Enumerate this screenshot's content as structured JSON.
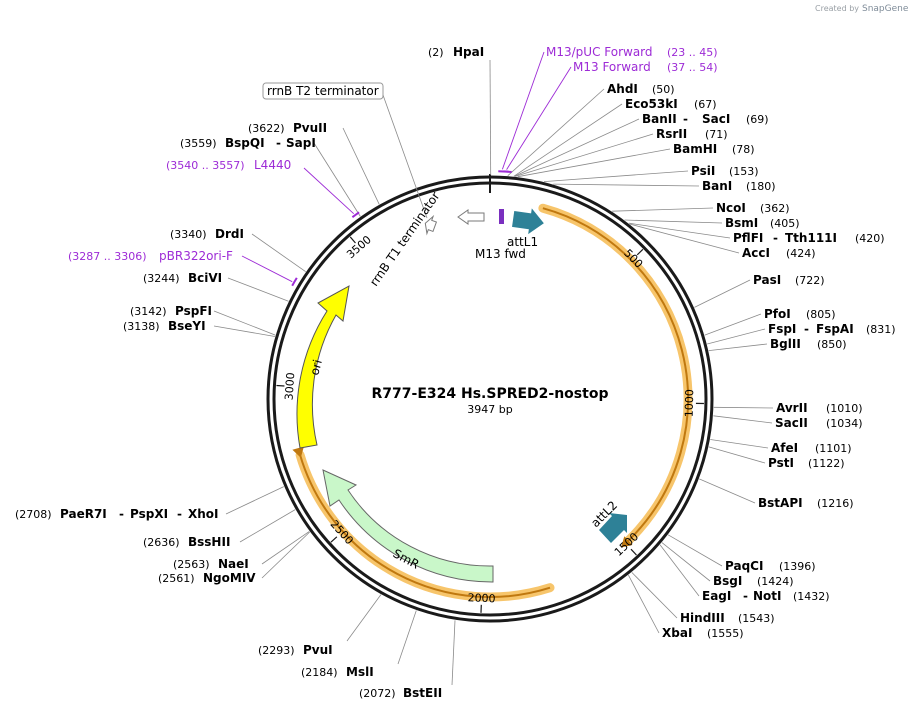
{
  "watermark": {
    "text": "Created by",
    "brand": "SnapGene"
  },
  "plasmid": {
    "name": "R777-E324 Hs.SPRED2-nostop",
    "length_text": "3947 bp",
    "length": 3947
  },
  "ticks": [
    {
      "pos": 500,
      "label": "500"
    },
    {
      "pos": 1000,
      "label": "1000"
    },
    {
      "pos": 1500,
      "label": "1500"
    },
    {
      "pos": 2000,
      "label": "2000"
    },
    {
      "pos": 2500,
      "label": "2500"
    },
    {
      "pos": 3000,
      "label": "3000"
    },
    {
      "pos": 3500,
      "label": "3500"
    }
  ],
  "sites": [
    {
      "name": "HpaI",
      "pos_text": "(2)",
      "pos": 2
    },
    {
      "name": "AhdI",
      "pos_text": "(50)",
      "pos": 50
    },
    {
      "name": "Eco53kI",
      "pos_text": "(67)",
      "pos": 67
    },
    {
      "name": "BanII",
      "name2": "SacI",
      "pos_text": "(69)",
      "pos": 69
    },
    {
      "name": "RsrII",
      "pos_text": "(71)",
      "pos": 71
    },
    {
      "name": "BamHI",
      "pos_text": "(78)",
      "pos": 78
    },
    {
      "name": "PsiI",
      "pos_text": "(153)",
      "pos": 153
    },
    {
      "name": "BanI",
      "pos_text": "(180)",
      "pos": 180
    },
    {
      "name": "NcoI",
      "pos_text": "(362)",
      "pos": 362
    },
    {
      "name": "BsmI",
      "pos_text": "(405)",
      "pos": 405
    },
    {
      "name": "PflFI",
      "name2": "Tth111I",
      "pos_text": "(420)",
      "pos": 420
    },
    {
      "name": "AccI",
      "pos_text": "(424)",
      "pos": 424
    },
    {
      "name": "PasI",
      "pos_text": "(722)",
      "pos": 722
    },
    {
      "name": "PfoI",
      "pos_text": "(805)",
      "pos": 805
    },
    {
      "name": "FspI",
      "name2": "FspAI",
      "pos_text": "(831)",
      "pos": 831
    },
    {
      "name": "BglII",
      "pos_text": "(850)",
      "pos": 850
    },
    {
      "name": "AvrII",
      "pos_text": "(1010)",
      "pos": 1010
    },
    {
      "name": "SacII",
      "pos_text": "(1034)",
      "pos": 1034
    },
    {
      "name": "AfeI",
      "pos_text": "(1101)",
      "pos": 1101
    },
    {
      "name": "PstI",
      "pos_text": "(1122)",
      "pos": 1122
    },
    {
      "name": "BstAPI",
      "pos_text": "(1216)",
      "pos": 1216
    },
    {
      "name": "PaqCI",
      "pos_text": "(1396)",
      "pos": 1396
    },
    {
      "name": "BsgI",
      "pos_text": "(1424)",
      "pos": 1424
    },
    {
      "name": "EagI",
      "name2": "NotI",
      "pos_text": "(1432)",
      "pos": 1432
    },
    {
      "name": "HindIII",
      "pos_text": "(1543)",
      "pos": 1543
    },
    {
      "name": "XbaI",
      "pos_text": "(1555)",
      "pos": 1555
    },
    {
      "name": "BstEII",
      "pos_text": "(2072)",
      "pos": 2072
    },
    {
      "name": "MslI",
      "pos_text": "(2184)",
      "pos": 2184
    },
    {
      "name": "PvuI",
      "pos_text": "(2293)",
      "pos": 2293
    },
    {
      "name": "NgoMIV",
      "pos_text": "(2561)",
      "pos": 2561
    },
    {
      "name": "NaeI",
      "pos_text": "(2563)",
      "pos": 2563
    },
    {
      "name": "BssHII",
      "pos_text": "(2636)",
      "pos": 2636
    },
    {
      "name": "PaeR7I",
      "name2": "PspXI",
      "name3": "XhoI",
      "pos_text": "(2708)",
      "pos": 2708
    },
    {
      "name": "BseYI",
      "pos_text": "(3138)",
      "pos": 3138
    },
    {
      "name": "PspFI",
      "pos_text": "(3142)",
      "pos": 3142
    },
    {
      "name": "BciVI",
      "pos_text": "(3244)",
      "pos": 3244
    },
    {
      "name": "DrdI",
      "pos_text": "(3340)",
      "pos": 3340
    },
    {
      "name": "BspQI",
      "name2": "SapI",
      "pos_text": "(3559)",
      "pos": 3559
    },
    {
      "name": "PvuII",
      "pos_text": "(3622)",
      "pos": 3622
    }
  ],
  "primers": [
    {
      "name": "M13/pUC Forward",
      "pos_text": "(23 .. 45)",
      "start": 23,
      "end": 45
    },
    {
      "name": "M13 Forward",
      "pos_text": "(37 .. 54)",
      "start": 37,
      "end": 54
    },
    {
      "name": "L4440",
      "pos_text": "(3540 .. 3557)",
      "start": 3540,
      "end": 3557
    },
    {
      "name": "pBR322ori-F",
      "pos_text": "(3287 .. 3306)",
      "start": 3287,
      "end": 3306
    }
  ],
  "features": {
    "rrnB_T2": "rrnB T2 terminator",
    "rrnB_T1": "rrnB T1 terminator",
    "attL1": "attL1",
    "m13fwd": "M13 fwd",
    "attL2": "attL2",
    "ori": "ori",
    "SmR": "SmR"
  },
  "colors": {
    "backbone": "#1a1a1a",
    "orf_highlight": "#f7c56b",
    "orf_arc": "#d18a18",
    "att": "#2e8197",
    "ori": "#ffff00",
    "smr": "#c9f7c9",
    "primer": "#9d2bd6",
    "m13": "#7a2fbf"
  }
}
